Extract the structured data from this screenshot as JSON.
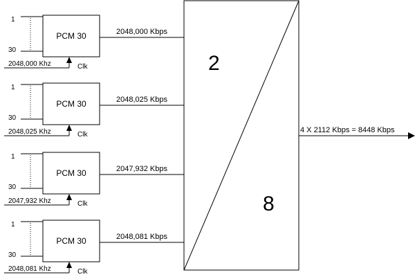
{
  "diagram": {
    "channels": [
      {
        "ch_top": "1",
        "ch_bottom": "30",
        "block": "PCM 30",
        "clock_rate": "2048,000 Khz",
        "clk": "Clk",
        "rate": "2048,000 Kbps"
      },
      {
        "ch_top": "1",
        "ch_bottom": "30",
        "block": "PCM 30",
        "clock_rate": "2048,025 Khz",
        "clk": "Clk",
        "rate": "2048,025 Kbps"
      },
      {
        "ch_top": "1",
        "ch_bottom": "30",
        "block": "PCM 30",
        "clock_rate": "2047,932 Khz",
        "clk": "Clk",
        "rate": "2047,932 Kbps"
      },
      {
        "ch_top": "1",
        "ch_bottom": "30",
        "block": "PCM 30",
        "clock_rate": "2048,081 Khz",
        "clk": "Clk",
        "rate": "2048,081 Kbps"
      }
    ],
    "mux": {
      "input_order": "2",
      "output_order": "8"
    },
    "output_label": "4 X 2112 Kbps = 8448 Kbps",
    "colors": {
      "line": "#000000",
      "background": "#ffffff"
    }
  }
}
